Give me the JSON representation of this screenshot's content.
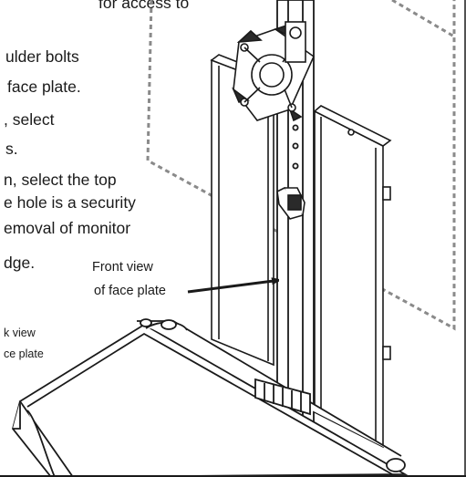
{
  "instructions": {
    "line1": "for access to",
    "line2": "ulder bolts",
    "line3": "face plate.",
    "line4": ", select",
    "line5": "s.",
    "line6": "n, select the top",
    "line7": "e hole is a security",
    "line8": "emoval of monitor",
    "line9": "dge."
  },
  "callouts": {
    "front_view_line1": "Front view",
    "front_view_line2": "of face plate",
    "back_view_line1": "k view",
    "back_view_line2": "ce plate"
  }
}
